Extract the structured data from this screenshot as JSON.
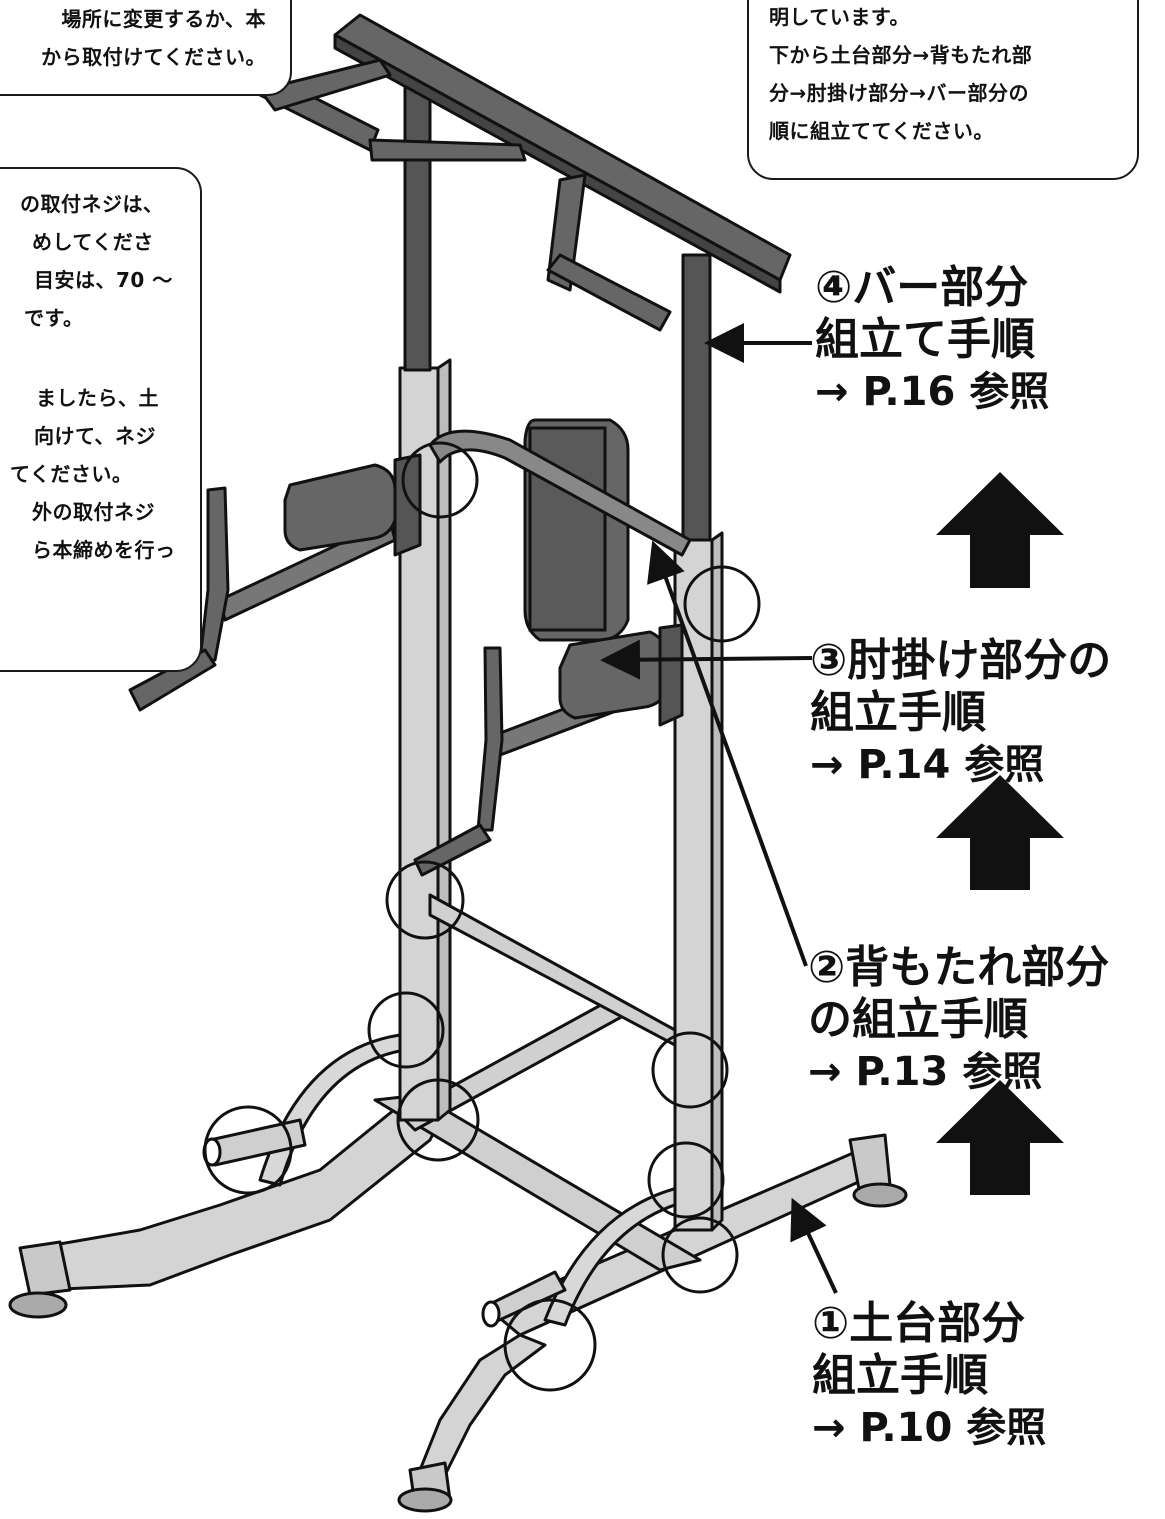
{
  "notes": {
    "top_left": [
      "場所に変更するか、本",
      "から取付けてください。"
    ],
    "top_right": [
      "明しています。",
      "下から土台部分→背もたれ部",
      "分→肘掛け部分→バー部分の",
      "順に組立ててください。"
    ],
    "left_a": [
      "の取付ネジは、",
      "めしてくださ",
      "目安は、70 〜",
      "です。"
    ],
    "left_b": [
      "ましたら、土",
      "向けて、ネジ",
      "てください。",
      "外の取付ネジ",
      "ら本締めを行っ"
    ]
  },
  "steps": [
    {
      "title": "④バー部分",
      "sub": "組立て手順",
      "ref": "→ P.16 参照"
    },
    {
      "title": "③肘掛け部分の",
      "sub": "組立手順",
      "ref": "→ P.14 参照"
    },
    {
      "title": "②背もたれ部分",
      "sub": "の組立手順",
      "ref": "→ P.13 参照"
    },
    {
      "title": "①土台部分",
      "sub": "組立手順",
      "ref": "→ P.10 参照"
    }
  ],
  "colors": {
    "frame_light": "#d4d4d4",
    "frame_dark": "#555555",
    "pad": "#666666",
    "outline": "#111111"
  }
}
